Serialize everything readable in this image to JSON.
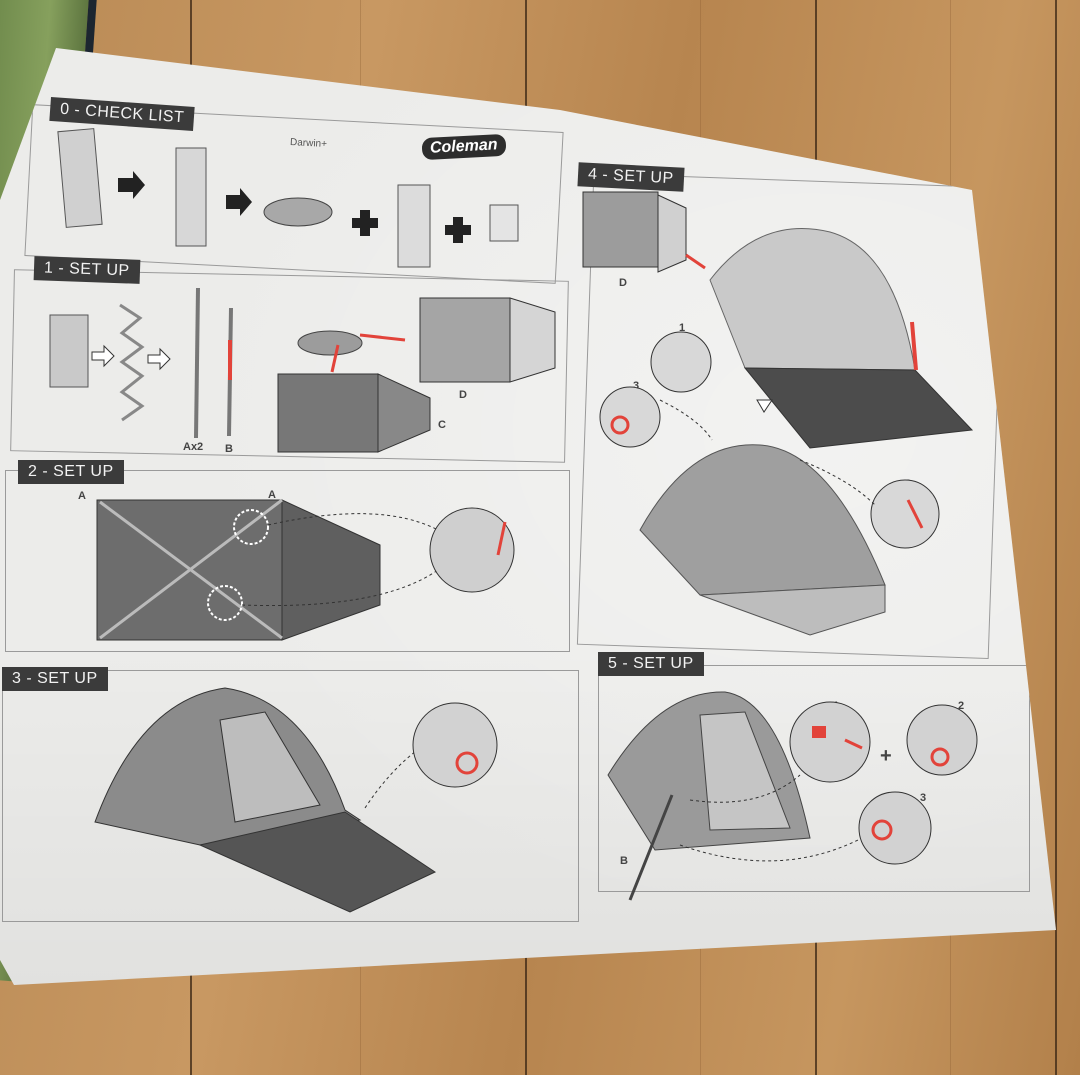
{
  "brand": "Coleman",
  "model": "Darwin+",
  "sections": {
    "checklist": "0 - CHECK LIST",
    "setup1": "1 - SET UP",
    "setup2": "2 - SET UP",
    "setup3": "3 - SET UP",
    "setup4": "4 - SET UP",
    "setup5": "5 - SET UP"
  },
  "labels": {
    "ax2": "Ax2",
    "b": "B",
    "c": "C",
    "d": "D",
    "a": "A",
    "step1": "1",
    "step2": "2",
    "step3": "3",
    "plus": "+"
  },
  "colors": {
    "accent": "#e2433a",
    "panel_dark": "#3b3b3b",
    "paper": "#ececea"
  }
}
